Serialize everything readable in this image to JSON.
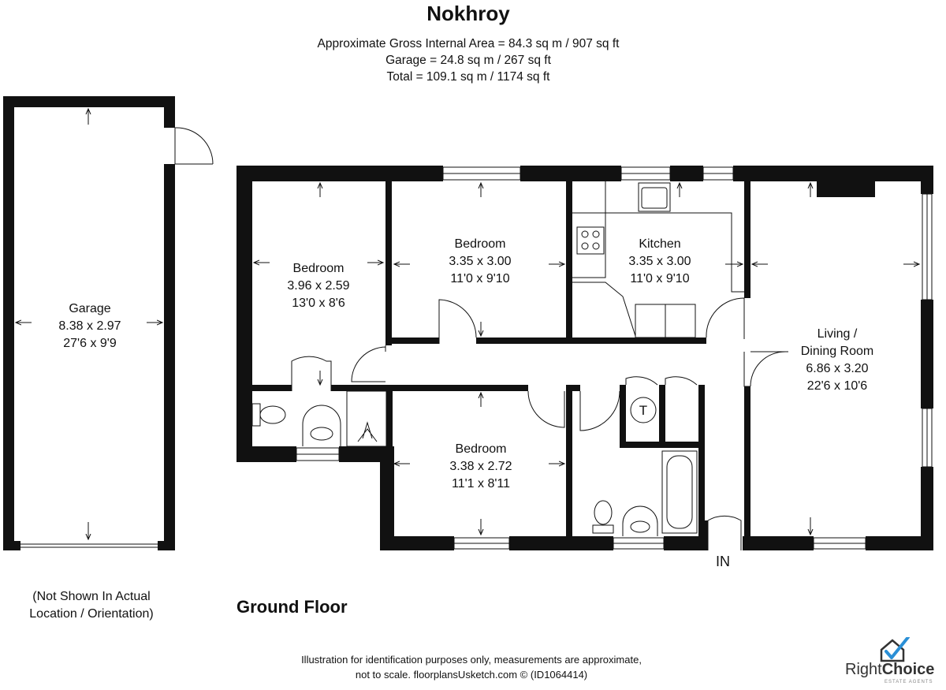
{
  "title": "Nokhroy",
  "areas": {
    "internal": "Approximate Gross Internal Area = 84.3 sq m / 907 sq ft",
    "garage": "Garage = 24.8 sq m / 267 sq ft",
    "total": "Total = 109.1 sq m / 1174 sq ft"
  },
  "rooms": {
    "garage": {
      "name": "Garage",
      "metric": "8.38 x 2.97",
      "imperial": "27'6 x 9'9"
    },
    "bedroom_1": {
      "name": "Bedroom",
      "metric": "3.96 x 2.59",
      "imperial": "13'0 x 8'6"
    },
    "bedroom_2": {
      "name": "Bedroom",
      "metric": "3.35 x 3.00",
      "imperial": "11'0 x 9'10"
    },
    "kitchen": {
      "name": "Kitchen",
      "metric": "3.35 x 3.00",
      "imperial": "11'0 x 9'10"
    },
    "living": {
      "name_line1": "Living /",
      "name_line2": "Dining Room",
      "metric": "6.86 x 3.20",
      "imperial": "22'6 x 10'6"
    },
    "bedroom_3": {
      "name": "Bedroom",
      "metric": "3.38 x 2.72",
      "imperial": "11'1 x 8'11"
    }
  },
  "cupboard_label": "T",
  "entrance_label": "IN",
  "floor_label": "Ground Floor",
  "garage_note": {
    "line1": "(Not Shown In Actual",
    "line2": "Location / Orientation)"
  },
  "footer": {
    "line1": "Illustration for identification purposes only, measurements are approximate,",
    "line2": "not to scale. floorplansUsketch.com © (ID1064414)"
  },
  "logo": {
    "part1": "Right",
    "part2": "Choice",
    "sub": "ESTATE AGENTS",
    "accent": "#2a8fd6"
  }
}
